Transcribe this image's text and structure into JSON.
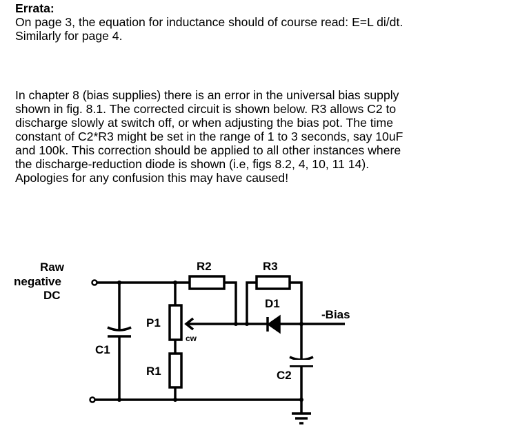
{
  "title": "Errata:",
  "paragraph1": [
    "On page 3, the equation for inductance should of course read: E=L di/dt.",
    "Similarly for page 4."
  ],
  "paragraph2": [
    "In chapter 8 (bias supplies) there is an error in the universal bias supply",
    "shown in fig. 8.1. The corrected circuit is shown below. R3 allows C2 to",
    "discharge slowly at switch off, or when adjusting the bias pot. The time",
    "constant of C2*R3 might be set in the range of 1 to 3 seconds, say 10uF",
    "and 100k. This correction should be applied to all other instances where",
    "the discharge-reduction diode is shown (i.e, figs 8.2, 4, 10, 11 14).",
    "Apologies for any confusion this may have caused!"
  ],
  "circuit": {
    "input_label": [
      "Raw",
      "negative",
      "DC"
    ],
    "R1": "R1",
    "R2": "R2",
    "R3": "R3",
    "P1": "P1",
    "cw": "cw",
    "C1": "C1",
    "C2": "C2",
    "D1": "D1",
    "output": "-Bias"
  }
}
